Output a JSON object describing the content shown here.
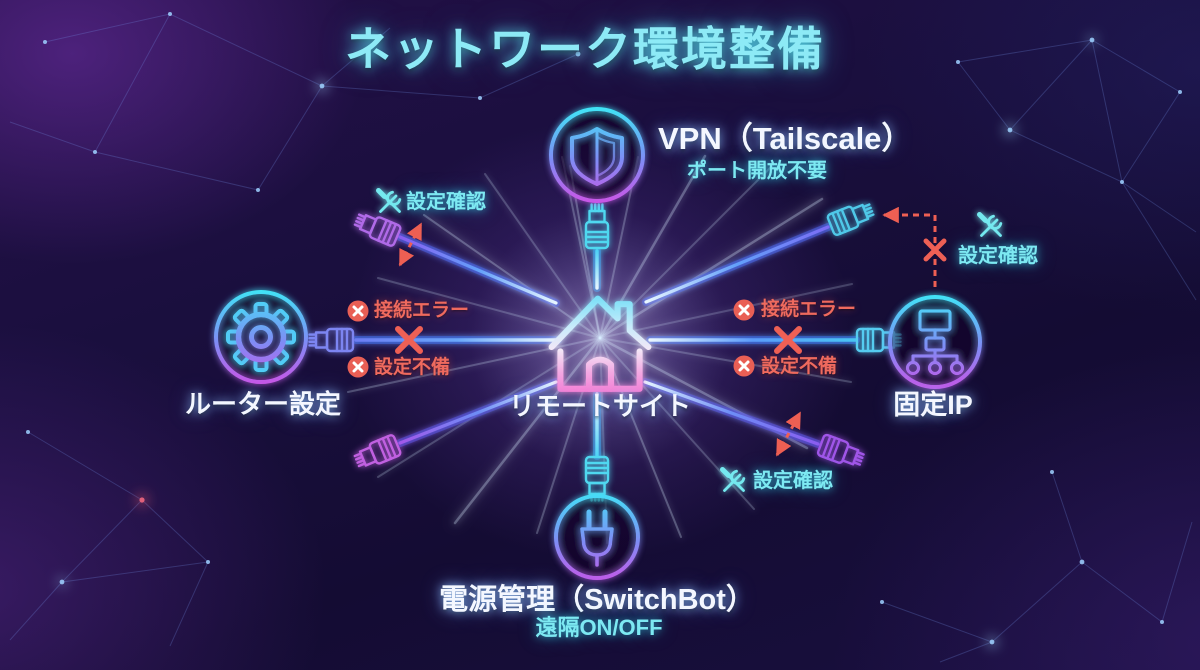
{
  "title": "ネットワーク環境整備",
  "center": {
    "label": "リモートサイト",
    "icon": "house-icon"
  },
  "nodes": {
    "vpn": {
      "title": "VPN（Tailscale）",
      "subtitle": "ポート開放不要",
      "icon": "shield-icon"
    },
    "router": {
      "title": "ルーター設定",
      "icon": "gear-icon"
    },
    "fixed_ip": {
      "title": "固定IP",
      "icon": "network-tree-icon"
    },
    "power": {
      "title": "電源管理（SwitchBot）",
      "subtitle": "遠隔ON/OFF",
      "icon": "power-plug-icon"
    }
  },
  "edge_labels": {
    "left": {
      "error1": "接続エラー",
      "error2": "設定不備"
    },
    "right": {
      "error1": "接続エラー",
      "error2": "設定不備"
    },
    "check_top_left": "設定確認",
    "check_top_right": "設定確認",
    "check_bottom_right": "設定確認"
  },
  "icons": {
    "error_mark": "circle-x-icon",
    "check_mark": "tools-icon",
    "cable_plug": "ethernet-connector-icon"
  },
  "colors": {
    "title_cyan": "#8deaf6",
    "label_white": "#f4f7ff",
    "accent_cyan": "#7de9f2",
    "error_red": "#ee5f53",
    "neon_blue": "#4f8df8",
    "neon_purple": "#c44fe0",
    "background": "#170e3a"
  }
}
